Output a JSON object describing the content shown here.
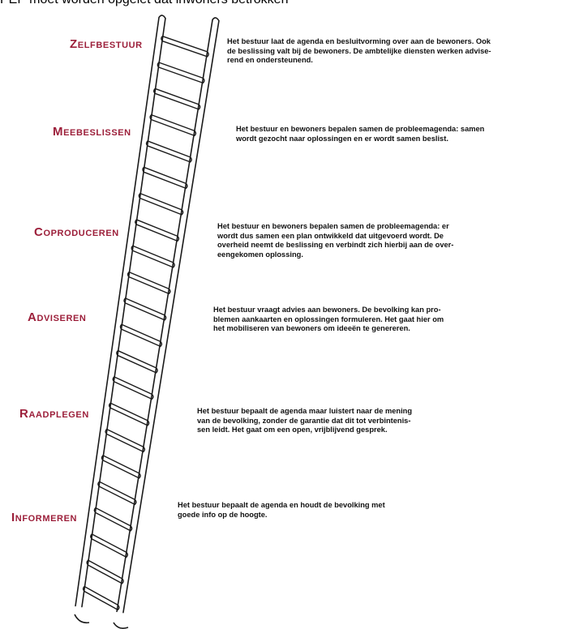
{
  "caption": "PEP moet worden opgelet dat inwoners betrokken",
  "levels": [
    {
      "label": "Zelfbestuur",
      "description": "Het bestuur laat de agenda en besluitvorming over aan de bewoners. Ook\nde beslissing valt bij de bewoners. De ambtelijke diensten werken advise-\nrend en ondersteunend."
    },
    {
      "label": "Meebeslissen",
      "description": "Het bestuur en bewoners bepalen samen de probleemagenda: samen\nwordt gezocht naar oplossingen en er wordt samen beslist."
    },
    {
      "label": "Coproduceren",
      "description": "Het bestuur en bewoners bepalen samen de probleemagenda: er\nwordt dus samen een plan ontwikkeld dat uitgevoerd wordt. De\noverheid neemt de beslissing en verbindt zich hierbij aan de over-\neengekomen oplossing."
    },
    {
      "label": "Adviseren",
      "description": "Het bestuur vraagt advies aan bewoners. De bevolking kan pro-\nblemen aankaarten en oplossingen formuleren. Het gaat hier om\nhet mobiliseren van bewoners om ideeën te genereren."
    },
    {
      "label": "Raadplegen",
      "description": "Het bestuur bepaalt de agenda maar luistert naar de mening\nvan de bevolking, zonder de garantie dat dit tot verbintenis-\nsen leidt. Het gaat om een open, vrijblijvend gesprek."
    },
    {
      "label": "Informeren",
      "description": "Het bestuur bepaalt de agenda en houdt de bevolking met\ngoede info op de hoogte."
    }
  ],
  "colors": {
    "label": "#9c1f3a",
    "ladder": "#1a1a1a",
    "text": "#111111"
  }
}
